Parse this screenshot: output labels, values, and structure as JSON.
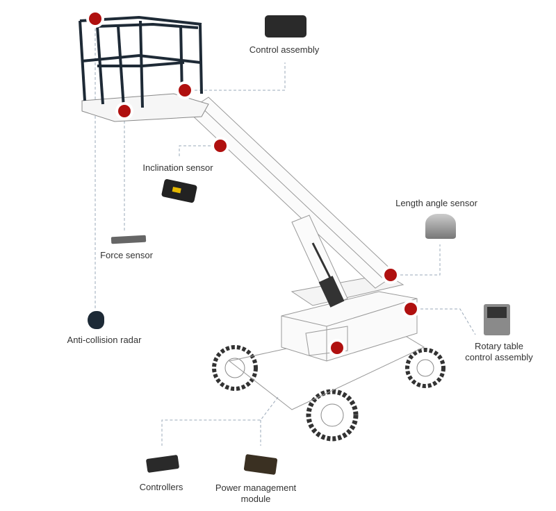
{
  "accent_color": "#b0100f",
  "leader_color": "#9aa8b8",
  "components": [
    {
      "id": "control-assembly",
      "label": "Control assembly"
    },
    {
      "id": "inclination-sensor",
      "label": "Inclination sensor"
    },
    {
      "id": "force-sensor",
      "label": "Force sensor"
    },
    {
      "id": "anti-collision-radar",
      "label": "Anti-collision radar"
    },
    {
      "id": "length-angle-sensor",
      "label": "Length angle sensor"
    },
    {
      "id": "rotary-table-control-assembly",
      "label_line1": "Rotary table",
      "label_line2": "control assembly"
    },
    {
      "id": "controllers",
      "label": "Controllers"
    },
    {
      "id": "power-management-module",
      "label_line1": "Power management",
      "label_line2": "module"
    }
  ]
}
